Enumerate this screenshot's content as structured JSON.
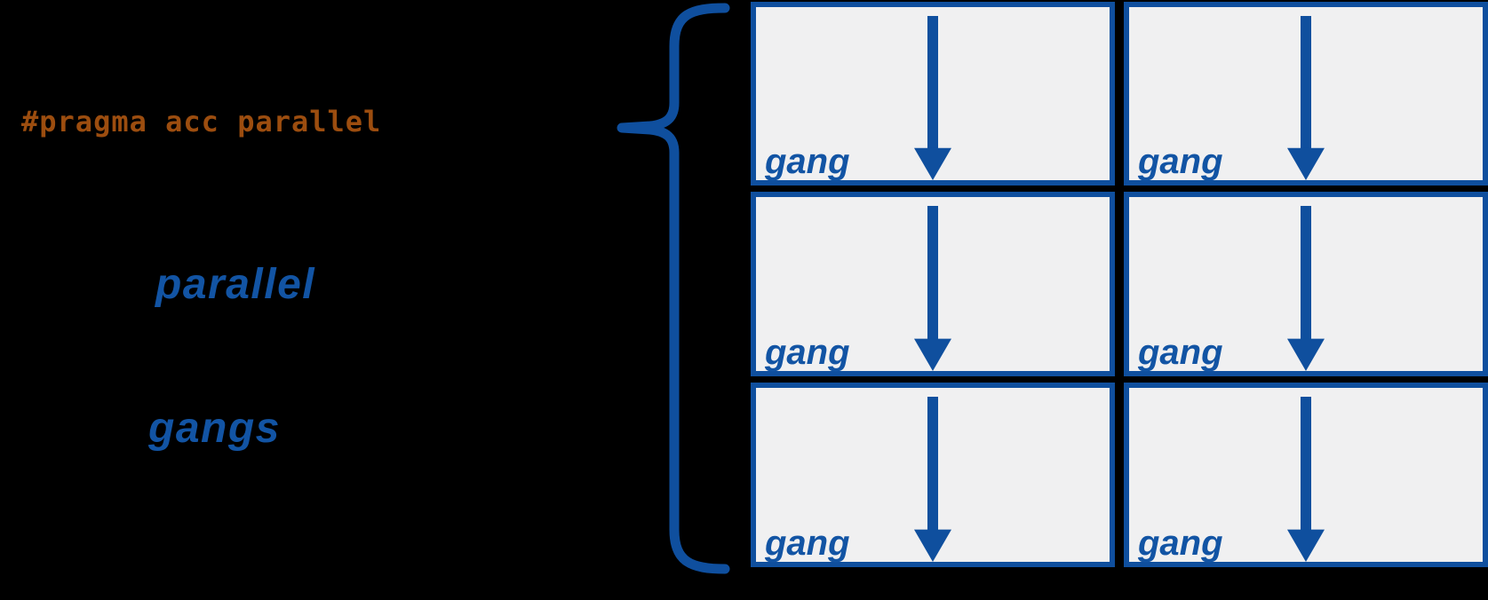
{
  "colors": {
    "background": "#000000",
    "shape_blue": "#0f4f9e",
    "text_blue": "#1254a4",
    "code_orange": "#9c4d0f",
    "box_fill": "#f0f0f1"
  },
  "code": {
    "pragma": "#pragma acc parallel"
  },
  "annotations": {
    "construct": "parallel",
    "workers": "gangs"
  },
  "grid": {
    "rows": 3,
    "cols": 2,
    "boxes": [
      {
        "label": "gang"
      },
      {
        "label": "gang"
      },
      {
        "label": "gang"
      },
      {
        "label": "gang"
      },
      {
        "label": "gang"
      },
      {
        "label": "gang"
      }
    ]
  }
}
